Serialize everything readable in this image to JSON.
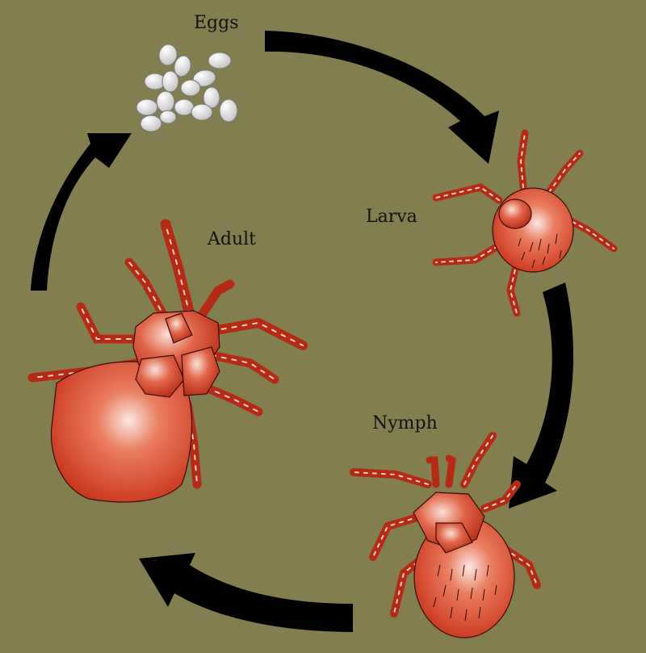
{
  "stages": {
    "eggs": "Eggs",
    "larva": "Larva",
    "nymph": "Nymph",
    "adult": "Adult"
  },
  "colors": {
    "background": "#827e50",
    "arrow": "#000000",
    "mite_body": "#d2482c",
    "mite_highlight": "#fbe8e2",
    "egg": "#f2f2f2"
  }
}
